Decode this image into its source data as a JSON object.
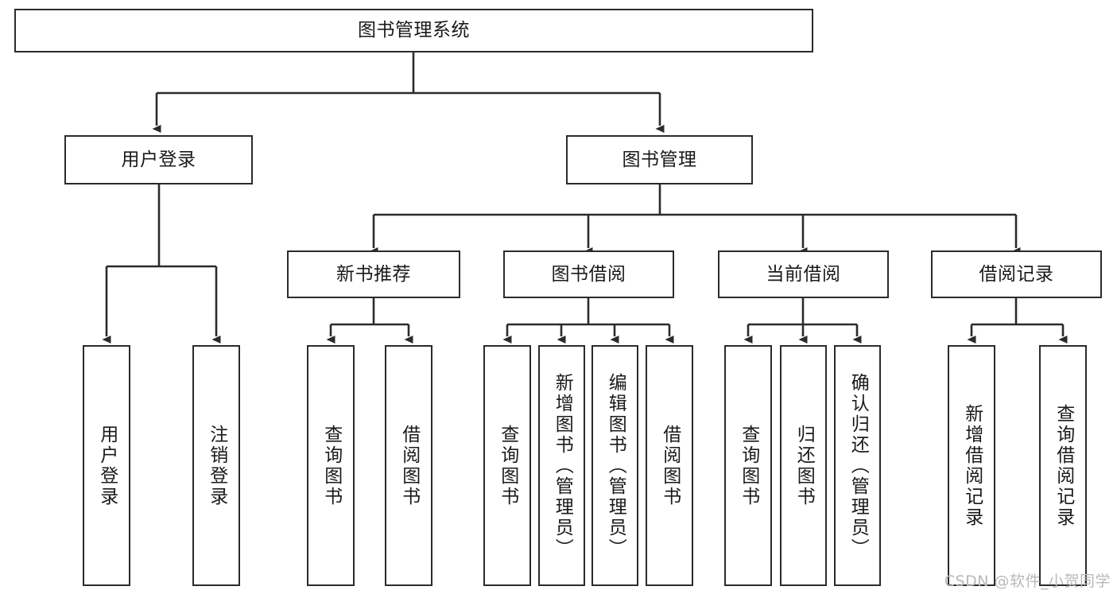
{
  "diagram": {
    "title": "图书管理系统",
    "type": "tree-hierarchy",
    "stroke_color": "#2b2b2b",
    "background_color": "#ffffff",
    "text_color": "#1a1a1a"
  },
  "nodes": {
    "root": {
      "label": "图书管理系统"
    },
    "tier2": [
      {
        "label": "用户登录"
      },
      {
        "label": "图书管理"
      }
    ],
    "tier3": [
      {
        "label": "新书推荐"
      },
      {
        "label": "图书借阅"
      },
      {
        "label": "当前借阅"
      },
      {
        "label": "借阅记录"
      }
    ],
    "leaves_user_login": [
      {
        "label": "用户登录"
      },
      {
        "label": "注销登录"
      }
    ],
    "leaves_new_book": [
      {
        "label": "查询图书"
      },
      {
        "label": "借阅图书"
      }
    ],
    "leaves_borrow": [
      {
        "label": "查询图书"
      },
      {
        "label": "新增图书（管理员）"
      },
      {
        "label": "编辑图书（管理员）"
      },
      {
        "label": "借阅图书"
      }
    ],
    "leaves_current": [
      {
        "label": "查询图书"
      },
      {
        "label": "归还图书"
      },
      {
        "label": "确认归还（管理员）"
      }
    ],
    "leaves_records": [
      {
        "label": "新增借阅记录"
      },
      {
        "label": "查询借阅记录"
      }
    ]
  },
  "watermark": {
    "text": "CSDN @软件_小贺同学"
  }
}
